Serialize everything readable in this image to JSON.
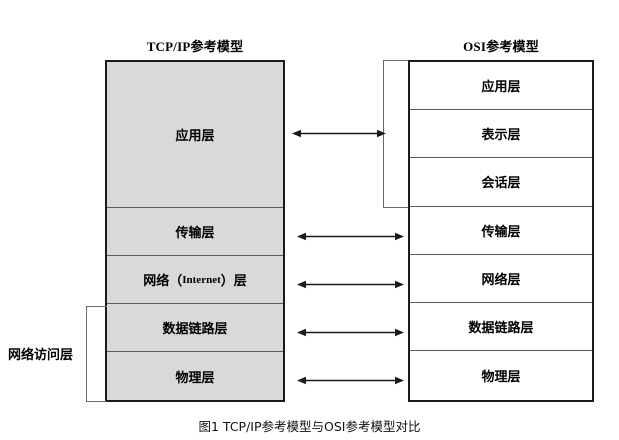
{
  "figure": {
    "caption": "图1 TCP/IP参考模型与OSI参考模型对比",
    "background_color": "#ffffff",
    "border_color": "#1a1a1a",
    "tcpip_fill_color": "#d9d9d9",
    "osi_fill_color": "#ffffff"
  },
  "tcpip": {
    "title": "TCP/IP参考模型",
    "layers": [
      {
        "label": "应用层",
        "span": 3
      },
      {
        "label": "传输层",
        "span": 1
      },
      {
        "label_prefix": "网络（",
        "label_mid": "Internet",
        "label_suffix": "）层",
        "label": "网络（Internet）层",
        "span": 1
      },
      {
        "label": "数据链路层",
        "span": 1
      },
      {
        "label": "物理层",
        "span": 1
      }
    ],
    "group_bracket": {
      "label": "网络访问层",
      "covers": [
        "数据链路层",
        "物理层"
      ]
    }
  },
  "osi": {
    "title": "OSI参考模型",
    "layers": [
      {
        "label": "应用层"
      },
      {
        "label": "表示层"
      },
      {
        "label": "会话层"
      },
      {
        "label": "传输层"
      },
      {
        "label": "网络层"
      },
      {
        "label": "数据链路层"
      },
      {
        "label": "物理层"
      }
    ],
    "group_bracket": {
      "covers": [
        "应用层",
        "表示层",
        "会话层"
      ]
    }
  },
  "mappings": [
    {
      "from": "应用层",
      "to": "应用层/表示层/会话层",
      "icon": "double-arrow-icon"
    },
    {
      "from": "传输层",
      "to": "传输层",
      "icon": "double-arrow-icon"
    },
    {
      "from": "网络（Internet）层",
      "to": "网络层",
      "icon": "double-arrow-icon"
    },
    {
      "from": "数据链路层",
      "to": "数据链路层",
      "icon": "double-arrow-icon"
    },
    {
      "from": "物理层",
      "to": "物理层",
      "icon": "double-arrow-icon"
    }
  ]
}
